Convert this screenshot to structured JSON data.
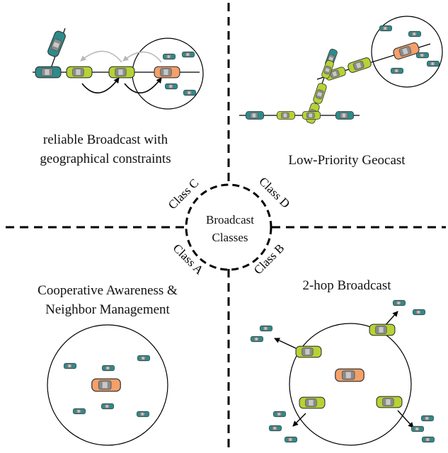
{
  "center": {
    "line1": "Broadcast",
    "line2": "Classes"
  },
  "class_labels": {
    "a": "Class A",
    "b": "Class B",
    "c": "Class C",
    "d": "Class D"
  },
  "quadrants": {
    "top_left": {
      "line1": "reliable Broadcast with",
      "line2": "geographical constraints"
    },
    "top_right": {
      "line1": "Low-Priority Geocast"
    },
    "bottom_left": {
      "line1": "Cooperative Awareness &",
      "line2": "Neighbor Management"
    },
    "bottom_right": {
      "line1": "2-hop Broadcast"
    }
  },
  "colors": {
    "source_car": "#f4a06a",
    "relay_car": "#b5d334",
    "plain_car": "#2e8b8b",
    "car_cabin": "#8a8a8a",
    "relay_arrow": "#b8b8b8",
    "divider": "#000000"
  }
}
